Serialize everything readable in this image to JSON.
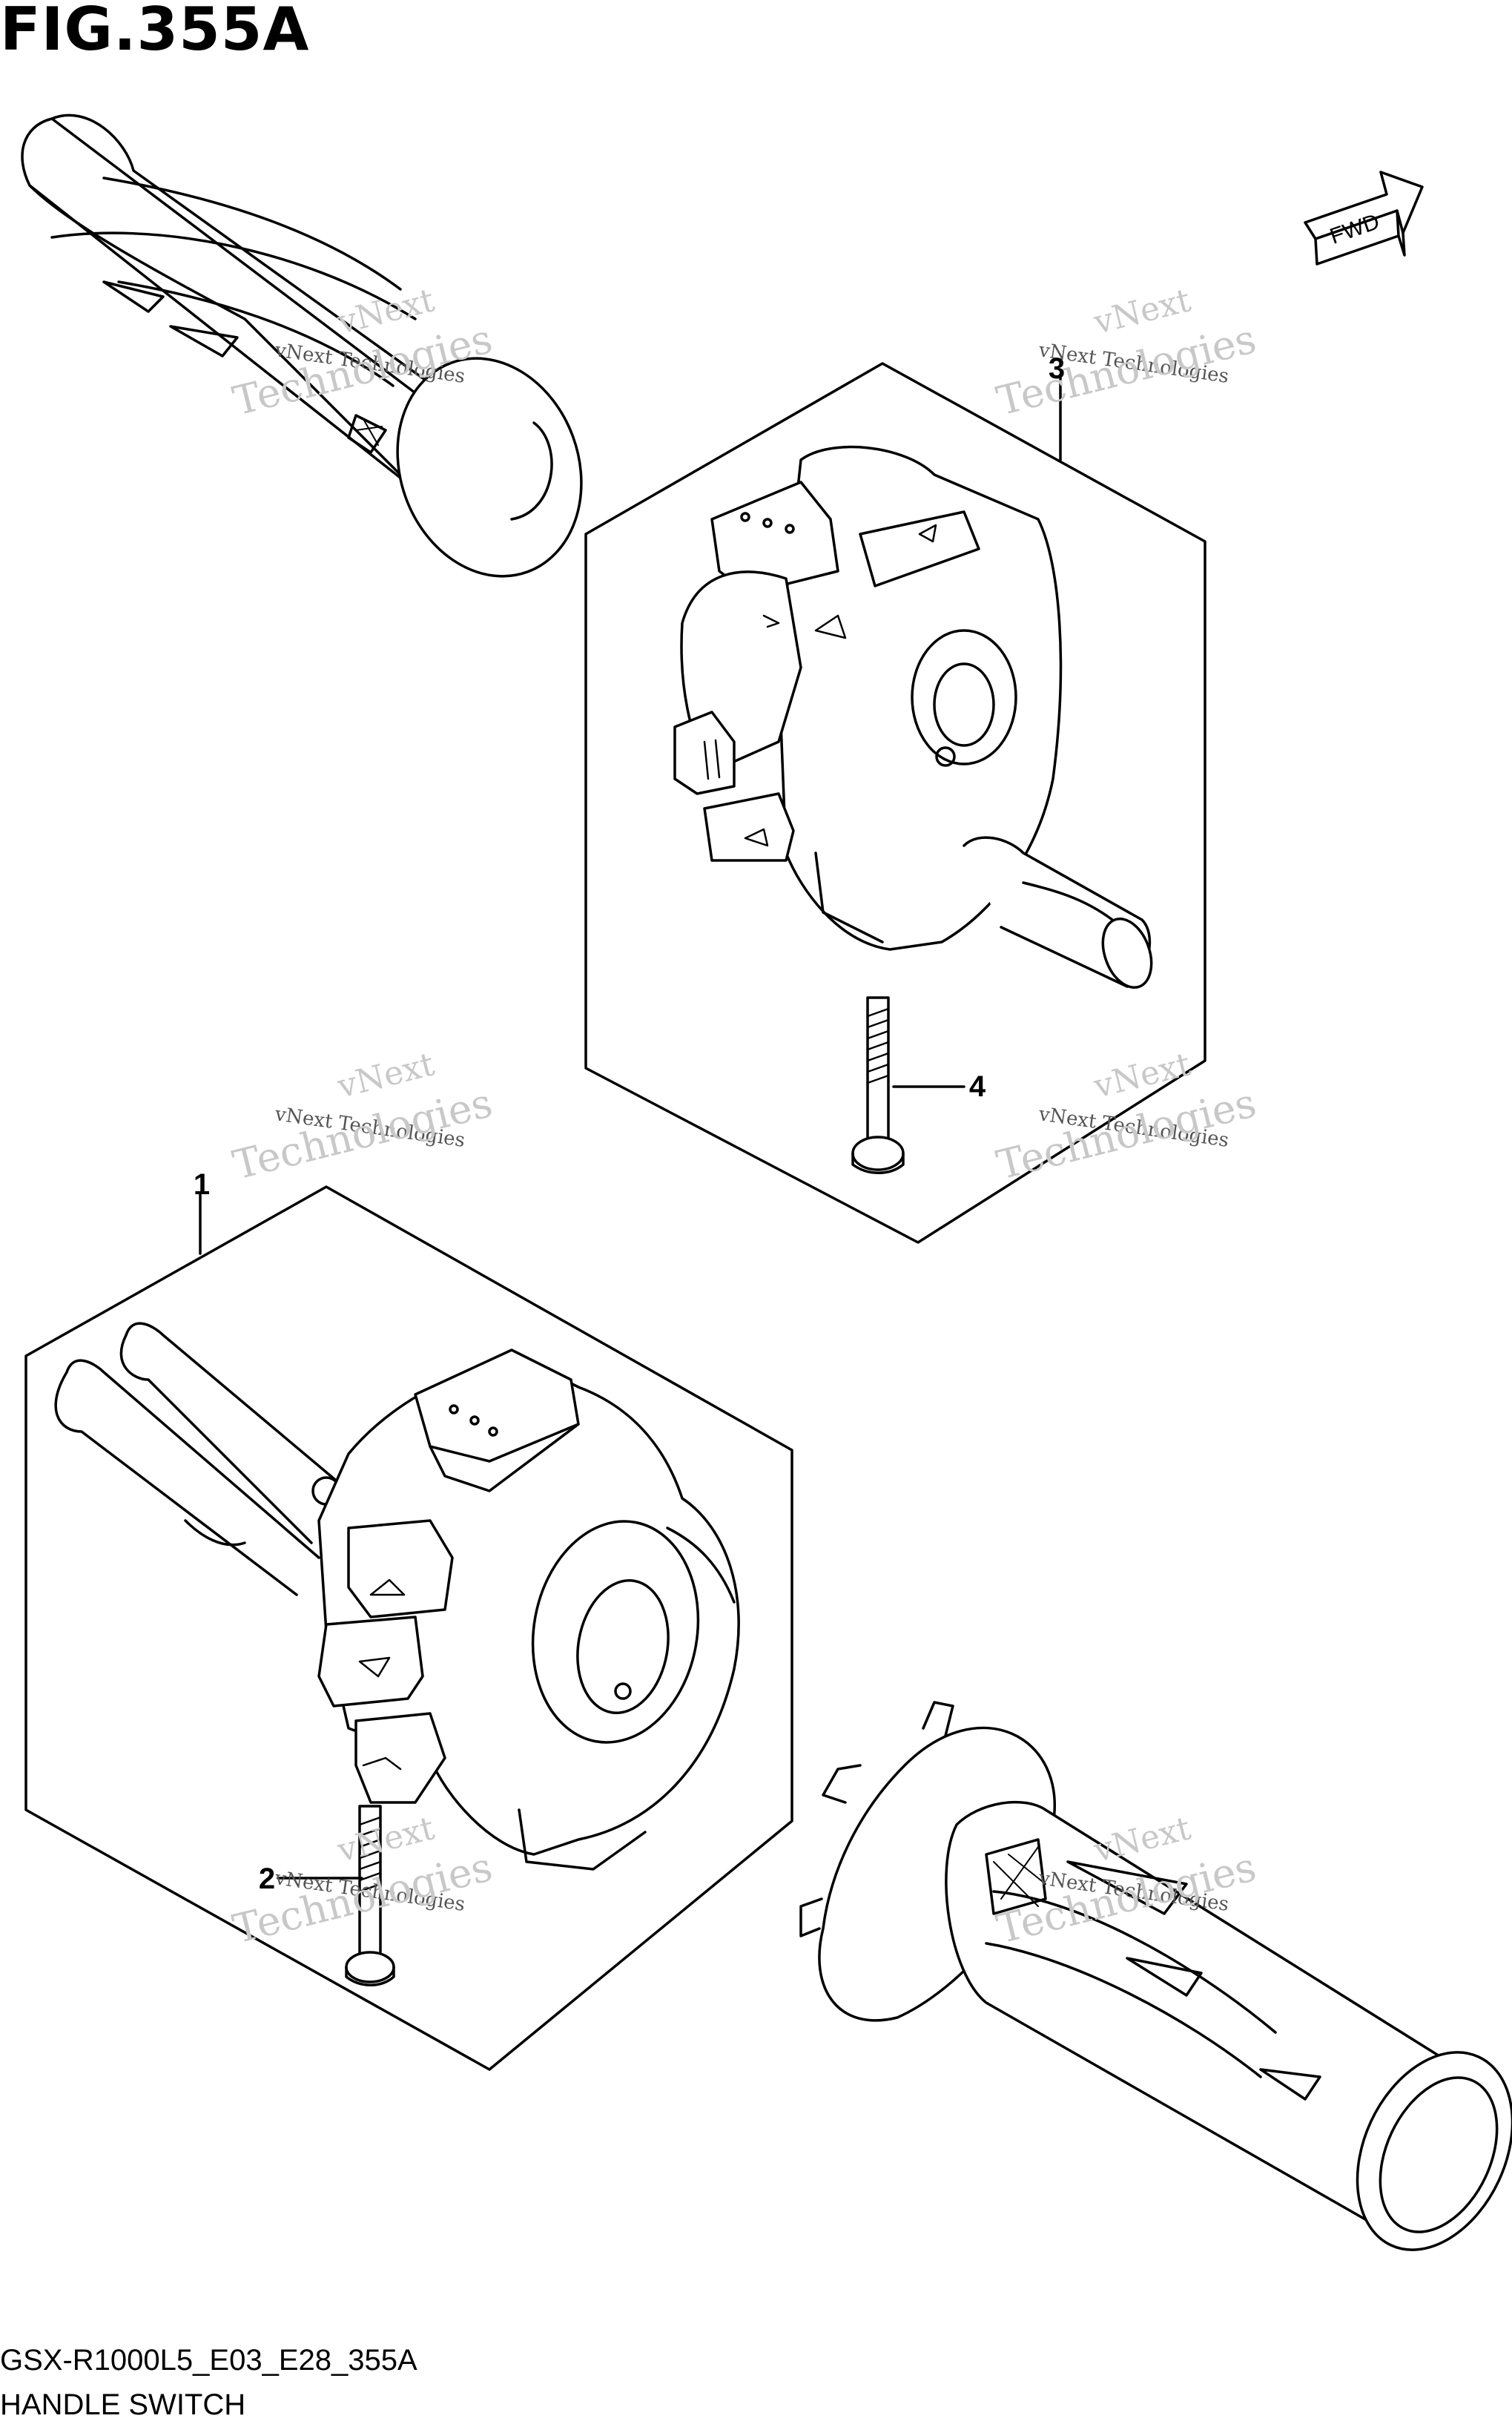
{
  "figure": {
    "title": "FIG.355A"
  },
  "direction": {
    "label": "FWD"
  },
  "callouts": [
    "1",
    "2",
    "3",
    "4"
  ],
  "watermark": {
    "line1": "vNext",
    "line2": "vNext Technologies",
    "line3": "Technologies"
  },
  "footer": {
    "code": "GSX-R1000L5_E03_E28_355A",
    "name": "HANDLE SWITCH"
  },
  "colors": {
    "line": "#000000",
    "watermark": "#c8c8c8",
    "background": "#ffffff"
  }
}
